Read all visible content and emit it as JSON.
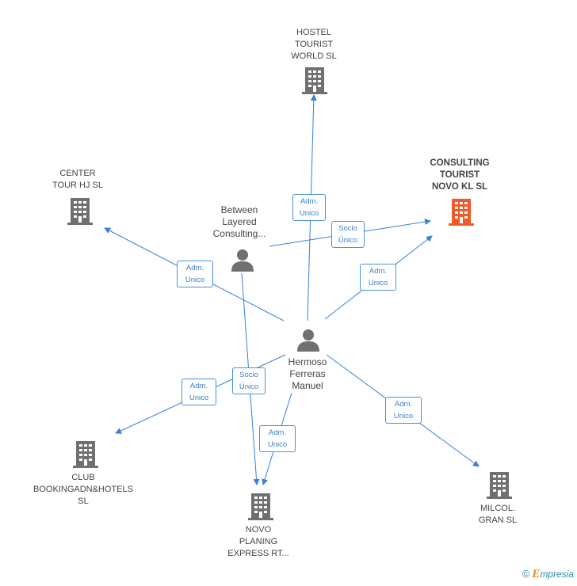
{
  "colors": {
    "edge": "#3a7fd6",
    "company": "#707070",
    "focus": "#f05a28",
    "person": "#707070"
  },
  "nodes": {
    "hostel": {
      "label": "HOSTEL\nTOURIST\nWORLD SL",
      "icon": "building-icon"
    },
    "center": {
      "label": "CENTER\nTOUR HJ  SL",
      "icon": "building-icon"
    },
    "consulting": {
      "label": "CONSULTING\nTOURIST\nNOVO KL  SL",
      "icon": "building-icon"
    },
    "between": {
      "label": "Between\nLayered\nConsulting...",
      "icon": "person-icon"
    },
    "hermoso": {
      "label": "Hermoso\nFerreras\nManuel",
      "icon": "person-icon"
    },
    "club": {
      "label": "CLUB\nBOOKINGADN&HOTELS\nSL",
      "icon": "building-icon"
    },
    "novo": {
      "label": "NOVO\nPLANING\nEXPRESS RT...",
      "icon": "building-icon"
    },
    "milcol": {
      "label": "MILCOL.\nGRAN SL",
      "icon": "building-icon"
    }
  },
  "edge_labels": {
    "hermoso_hostel": "Adm.\nUnico",
    "between_consulting": "Socio\nÚnico",
    "hermoso_center": "Adm.\nUnico",
    "hermoso_consulting": "Adm.\nUnico",
    "hermoso_club": "Adm.\nUnico",
    "between_novo": "Socio\nÚnico",
    "hermoso_novo": "Adm.\nUnico",
    "hermoso_milcol": "Adm.\nUnico"
  },
  "footer": {
    "copyright": "©",
    "brand_first": "E",
    "brand_rest": "mpresia"
  }
}
